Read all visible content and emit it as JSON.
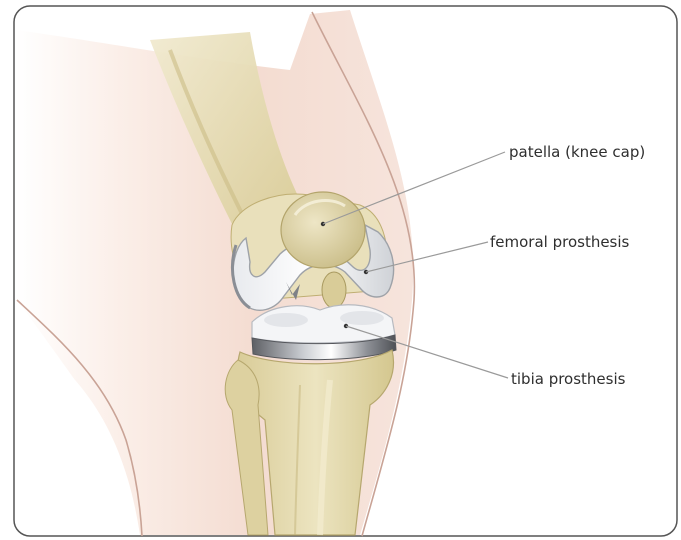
{
  "labels": {
    "patella": "patella (knee cap)",
    "femoral": "femoral prosthesis",
    "tibia": "tibia prosthesis"
  },
  "colors": {
    "skin": "#f6e2d9",
    "skin_outline": "#c9a396",
    "bone": "#e6dcb1",
    "bone_shadow": "#cbbd86",
    "metal": "#f2f3f5",
    "metal_shadow": "#b9bcc1",
    "tray_dark": "#6d6f74",
    "leader_line": "#9a9a9a",
    "frame_border": "#555555"
  }
}
